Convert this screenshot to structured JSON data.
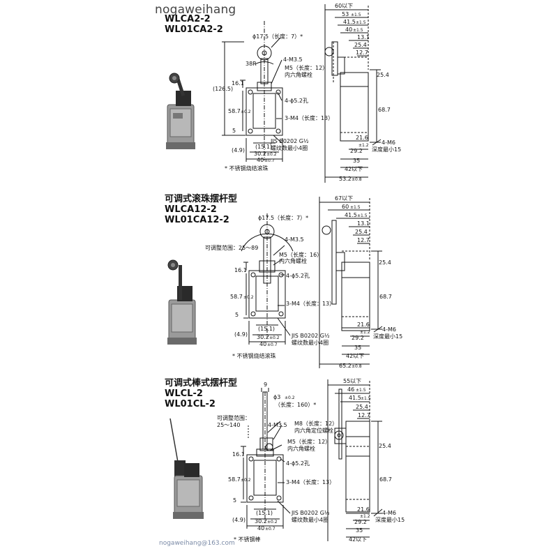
{
  "watermark_top": "nogaweihang",
  "watermark_bottom": "nogaweihang@163.com",
  "panels": [
    {
      "title_lines": [
        "WLCA2-2",
        "WL01CA2-2"
      ],
      "roller_note": "ϕ17.5（长度：7）*",
      "r_label": "38R",
      "m35": "4-M3.5",
      "m5": "M5（长度：12）",
      "m5_sub": "内六角螺栓",
      "hole": "4-ϕ5.2孔",
      "m4": "3-M4（长度：13）",
      "jis": "JIS B0202 G½",
      "jis_sub": "螺纹数最小4圈",
      "dim_1265": "(126.5)",
      "dim_161": "16.1",
      "dim_587": "58.7",
      "tol_587": "±0.2",
      "dim_5": "5",
      "dim_49": "(4.9)",
      "dim_151": "(15.1)",
      "dim_302": "30.2",
      "tol_302": "±0.2",
      "dim_40": "40",
      "tol_40": "±0.7",
      "footnote": "* 不锈钢烧结滚珠",
      "right_dims": {
        "top": "60以下",
        "a": "53",
        "a_tol": "±1.5",
        "b": "41.5",
        "b_tol": "±1.5",
        "c": "40",
        "c_tol": "±1.5",
        "d": "13.1",
        "e": "25.4",
        "f": "12.7",
        "g": "25.4",
        "h": "68.7",
        "i": "21.6",
        "i_tol": "±1.2",
        "j": "29.2",
        "k": "35",
        "l": "42以下",
        "m": "53.2",
        "m_tol": "±0.8",
        "m6": "4-M6",
        "m6_sub": "深度最小15"
      }
    },
    {
      "title_lines": [
        "可调式滚珠摆杆型",
        "WLCA12-2",
        "WL01CA12-2"
      ],
      "roller_note": "ϕ17.5（长度：7）*",
      "adj": "可调整范围：25～89",
      "m35": "4-M3.5",
      "m5": "M5（长度：16）",
      "m5_sub": "内六角螺栓",
      "hole": "4-ϕ5.2孔",
      "m4": "3-M4（长度：13）",
      "jis": "JIS B0202 G½",
      "jis_sub": "螺纹数最小4圈",
      "dim_161": "16.1",
      "dim_587": "58.7",
      "tol_587": "±0.2",
      "dim_5": "5",
      "dim_49": "(4.9)",
      "dim_151": "(15.1)",
      "dim_302": "30.2",
      "tol_302": "±0.2",
      "dim_40": "40",
      "tol_40": "±0.7",
      "footnote": "* 不锈钢烧结滚珠",
      "right_dims": {
        "top": "67以下",
        "a": "60",
        "a_tol": "±1.5",
        "b": "41.5",
        "b_tol": "±1.5",
        "d": "13.1",
        "e": "25.4",
        "f": "12.7",
        "g": "25.4",
        "h": "68.7",
        "i": "21.6",
        "i_tol": "±1.2",
        "j": "29.2",
        "k": "35",
        "l": "42以下",
        "m": "65.2",
        "m_tol": "±0.8",
        "m6": "4-M6",
        "m6_sub": "深度最小15"
      }
    },
    {
      "title_lines": [
        "可调式棒式摆杆型",
        "WLCL-2",
        "WL01CL-2"
      ],
      "rod_note": "ϕ3",
      "rod_tol": "±0.2",
      "rod_len": "（长度：160）*",
      "dim_9": "9",
      "adj": "可调整范围：",
      "adj_range": "25～140",
      "m35": "4-M3.5",
      "m8": "M8（长度：12）",
      "m8_sub": "内六角定位螺栓",
      "m5": "M5（长度：12）",
      "m5_sub": "内六角螺栓",
      "hole": "4-ϕ5.2孔",
      "m4": "3-M4（长度：13）",
      "jis": "JIS B0202 G½",
      "jis_sub": "螺纹数最小4圈",
      "dim_161": "16.1",
      "dim_587": "58.7",
      "tol_587": "±0.2",
      "dim_5": "5",
      "dim_49": "(4.9)",
      "dim_151": "(15.1)",
      "dim_302": "30.2",
      "tol_302": "±0.2",
      "dim_40": "40",
      "tol_40": "±0.7",
      "footnote": "* 不锈钢棒",
      "right_dims": {
        "top": "55以下",
        "a": "46",
        "a_tol": "±1.5",
        "b": "41.5",
        "b_tol": "±1.5",
        "e": "25.4",
        "f": "12.7",
        "g": "25.4",
        "h": "68.7",
        "i": "21.6",
        "i_tol": "±1.2",
        "j": "29.2",
        "k": "35",
        "l": "42以下",
        "m6": "4-M6",
        "m6_sub": "深度最小15"
      }
    }
  ]
}
